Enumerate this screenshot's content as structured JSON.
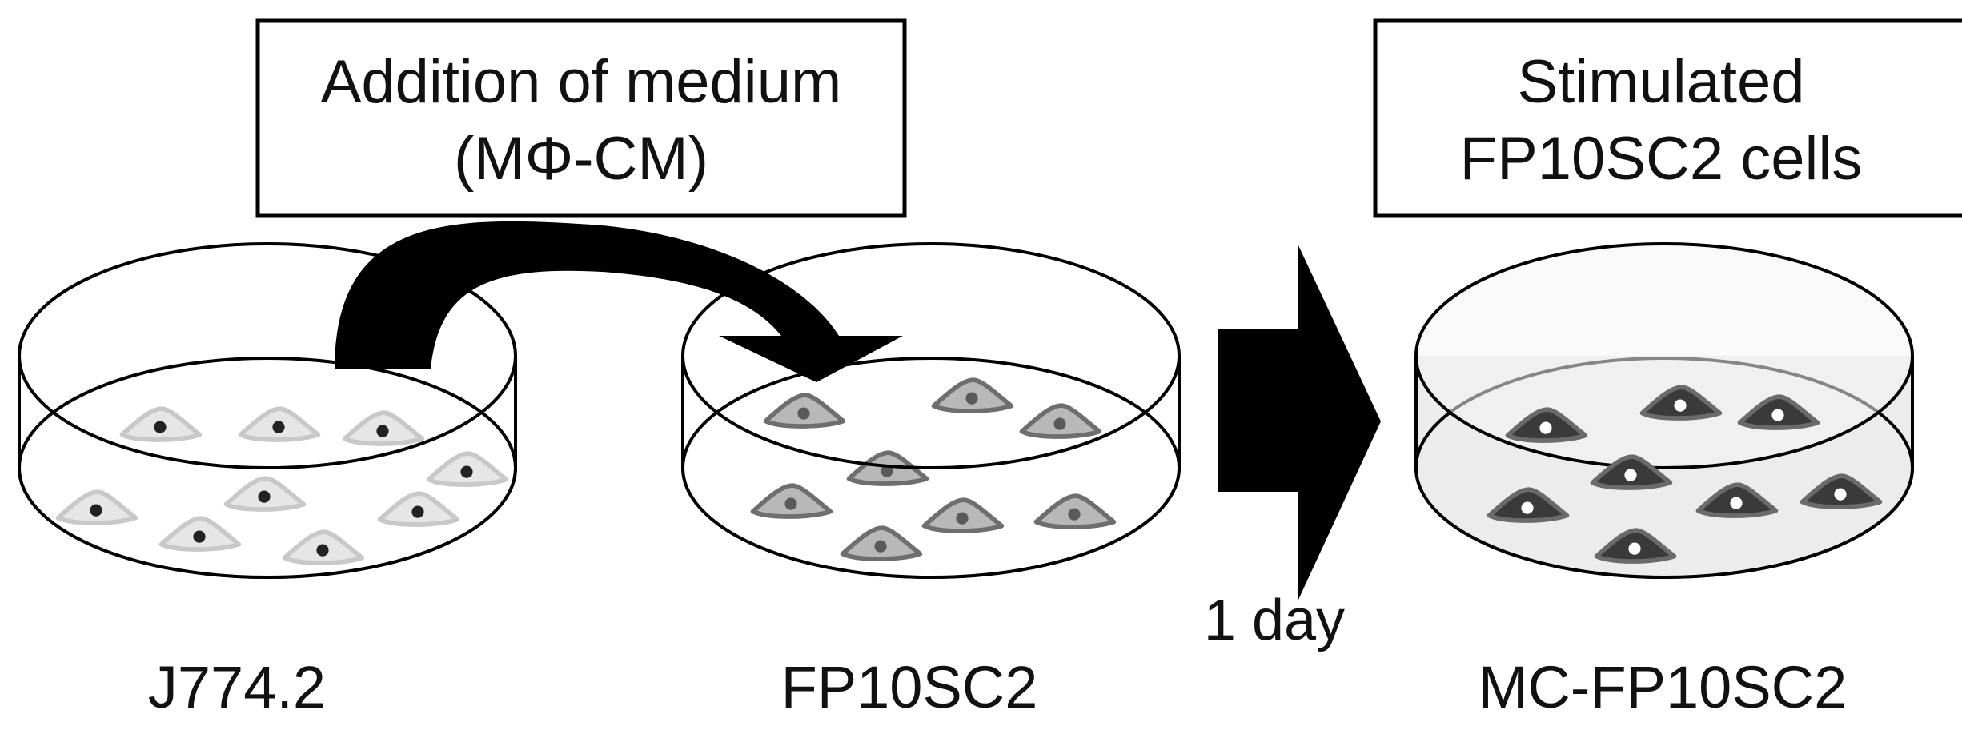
{
  "boxes": {
    "addition_line1": "Addition of medium",
    "addition_line2": "(MΦ-CM)",
    "stimulated_line1": "Stimulated",
    "stimulated_line2": "FP10SC2 cells"
  },
  "dishes": {
    "j774": "J774.2",
    "fp10sc2": "FP10SC2",
    "mc_fp10sc2": "MC-FP10SC2"
  },
  "arrow": {
    "duration": "1 day"
  },
  "colors": {
    "ink": "#000000",
    "cell_light": "#c8c8c8",
    "cell_mid": "#8a8a8a",
    "cell_dark": "#3a3a3a",
    "medium_tint": "#ececec"
  }
}
